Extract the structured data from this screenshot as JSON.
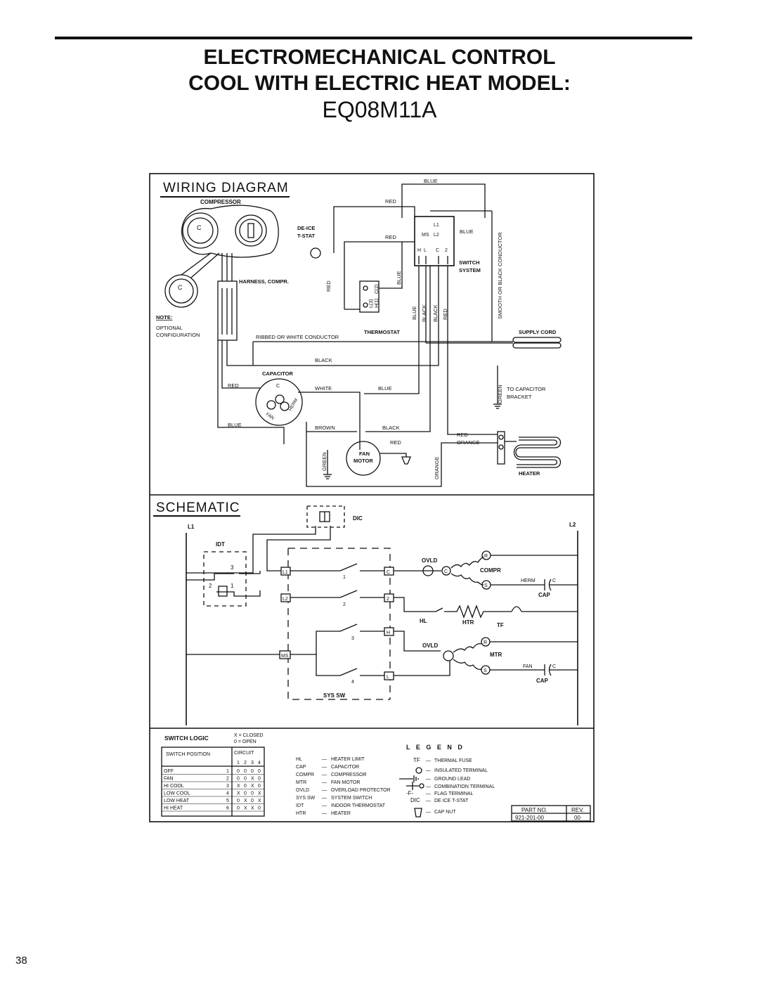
{
  "page": {
    "title_line1": "ELECTROMECHANICAL CONTROL",
    "title_line2": "COOL WITH ELECTRIC HEAT MODEL:",
    "title_line3": "EQ08M11A",
    "page_number": "38"
  },
  "wiring": {
    "heading": "WIRING DIAGRAM",
    "compressor": "COMPRESSOR",
    "de_ice": "DE-ICE",
    "t_stat": "T-STAT",
    "harness": "HARNESS, COMPR.",
    "note": "NOTE:",
    "optional": "OPTIONAL",
    "configuration": "CONFIGURATION",
    "ribbed": "RIBBED OR WHITE CONDUCTOR",
    "thermostat": "THERMOSTAT",
    "switch": "SWITCH",
    "system": "SYSTEM",
    "supply_cord": "SUPPLY CORD",
    "smooth": "SMOOTH OR BLACK CONDUCTOR",
    "capacitor": "CAPACITOR",
    "fan_motor_1": "FAN",
    "fan_motor_2": "MOTOR",
    "to_cap_1": "TO CAPACITOR",
    "to_cap_2": "BRACKET",
    "heater": "HEATER",
    "blue": "BLUE",
    "red": "RED",
    "black": "BLACK",
    "white": "WHITE",
    "brown": "BROWN",
    "green": "GREEN",
    "orange": "ORANGE",
    "cap_c": "C",
    "cap_fan": "FAN",
    "cap_herm": "HERM",
    "sw_l1": "L1",
    "sw_ms": "MS",
    "sw_l2": "L2",
    "sw_h": "H",
    "sw_l": "L",
    "sw_c": "C",
    "sw_2": "2",
    "ts_l3": "L(3)",
    "ts_c2": "C(2)",
    "ts_h1": "H(1)"
  },
  "schematic": {
    "heading": "SCHEMATIC",
    "l1": "L1",
    "l2": "L2",
    "dic": "DIC",
    "idt": "IDT",
    "ovld": "OVLD",
    "compr": "COMPR",
    "herm": "HERM",
    "cap": "CAP",
    "hl": "HL",
    "htr": "HTR",
    "tf": "TF",
    "mtr": "MTR",
    "fan": "FAN",
    "sys_sw": "SYS SW",
    "c": "C",
    "r": "R",
    "s": "S",
    "h": "H",
    "l": "L",
    "ms": "MS",
    "n1": "1",
    "n2": "2",
    "n3": "3",
    "n4": "4"
  },
  "switch_logic": {
    "title": "SWITCH LOGIC",
    "x_closed": "X = CLOSED",
    "o_open": "0 = OPEN",
    "col_position": "SWITCH POSITION",
    "col_circuit": "CIRCUIT",
    "circuits": [
      "1",
      "2",
      "3",
      "4"
    ],
    "rows": [
      {
        "name": "OFF",
        "num": "1",
        "vals": [
          "0",
          "0",
          "0",
          "0"
        ]
      },
      {
        "name": "FAN",
        "num": "2",
        "vals": [
          "0",
          "0",
          "X",
          "0"
        ]
      },
      {
        "name": "HI COOL",
        "num": "3",
        "vals": [
          "X",
          "0",
          "X",
          "0"
        ]
      },
      {
        "name": "LOW COOL",
        "num": "4",
        "vals": [
          "X",
          "0",
          "0",
          "X"
        ]
      },
      {
        "name": "LOW HEAT",
        "num": "5",
        "vals": [
          "0",
          "X",
          "0",
          "X"
        ]
      },
      {
        "name": "HI HEAT",
        "num": "6",
        "vals": [
          "0",
          "X",
          "X",
          "0"
        ]
      }
    ]
  },
  "legend": {
    "title": "L E G E N D",
    "items": [
      {
        "abbr": "HL",
        "desc": "HEATER LIMIT"
      },
      {
        "abbr": "CAP",
        "desc": "CAPACITOR"
      },
      {
        "abbr": "COMPR",
        "desc": "COMPRESSOR"
      },
      {
        "abbr": "MTR",
        "desc": "FAN MOTOR"
      },
      {
        "abbr": "OVLD",
        "desc": "OVERLOAD PROTECTOR"
      },
      {
        "abbr": "SYS SW",
        "desc": "SYSTEM SWITCH"
      },
      {
        "abbr": "IDT",
        "desc": "INDOOR THERMOSTAT"
      },
      {
        "abbr": "HTR",
        "desc": "HEATER"
      }
    ],
    "symbols": [
      {
        "sym": "TF",
        "desc": "THERMAL FUSE"
      },
      {
        "sym": "",
        "desc": "INSULATED TERMINAL"
      },
      {
        "sym": "",
        "desc": "GROUND LEAD"
      },
      {
        "sym": "",
        "desc": "COMBINATION TERMINAL"
      },
      {
        "sym": "-F-",
        "desc": "FLAG TERMINAL"
      },
      {
        "sym": "DIC",
        "desc": "DE ICE T-STAT"
      },
      {
        "sym": "",
        "desc": "CAP NUT"
      }
    ],
    "part_no_label": "PART NO.",
    "rev_label": "REV.",
    "part_no": "921-201-00",
    "rev": "00"
  }
}
